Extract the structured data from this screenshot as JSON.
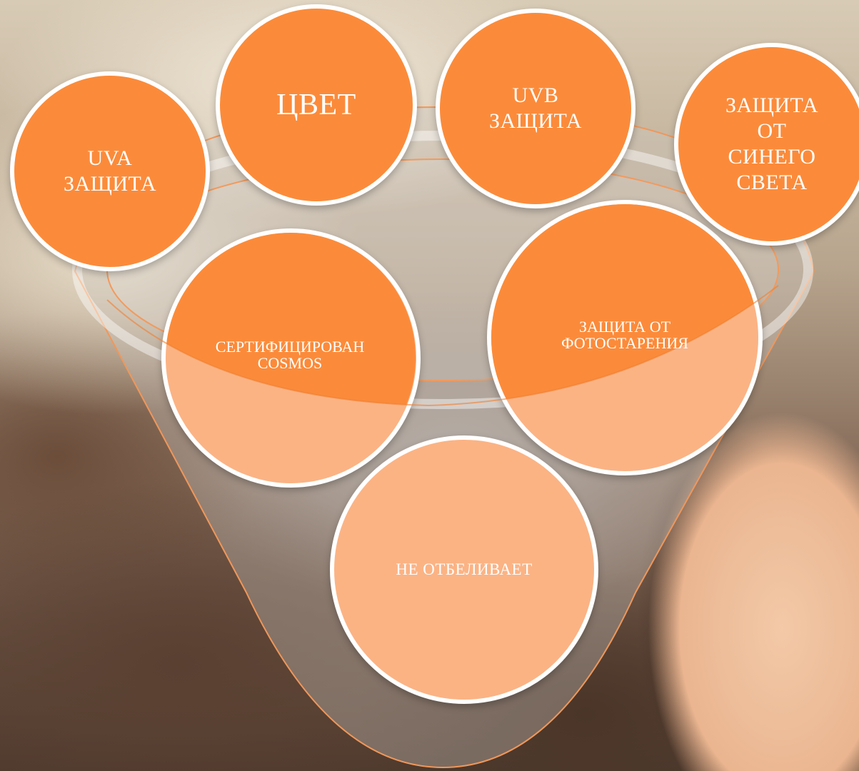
{
  "diagram": {
    "colors": {
      "accent": "#fb8b3a",
      "light": "#fbb384",
      "border": "#ffffff"
    },
    "top_circles": [
      {
        "id": "uva",
        "label": "UVA\nЗАЩИТА"
      },
      {
        "id": "color",
        "label": "ЦВЕТ"
      },
      {
        "id": "uvb",
        "label": "UVB\nЗАЩИТА"
      },
      {
        "id": "blue-light",
        "label": "ЗАЩИТА\nОТ\nСИНЕГО\nСВЕТА"
      }
    ],
    "middle_circles": [
      {
        "id": "cosmos",
        "label": "СЕРТИФИЦИРОВАН\nCOSMOS"
      },
      {
        "id": "photoaging",
        "label": "ЗАЩИТА ОТ\nФОТОСТАРЕНИЯ"
      }
    ],
    "bottom_circle": {
      "id": "no-whitening",
      "label": "НЕ ОТБЕЛИВАЕТ"
    }
  }
}
